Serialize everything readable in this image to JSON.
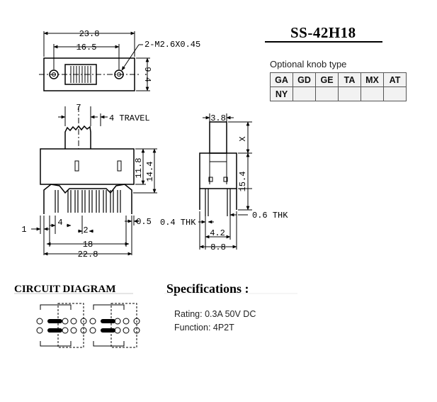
{
  "model": "SS-42H18",
  "knob": {
    "caption": "Optional knob type",
    "types": [
      "GA",
      "GD",
      "GE",
      "TA",
      "MX",
      "AT",
      "NY"
    ]
  },
  "dimensions": {
    "top_width": "23.8",
    "hole_pitch": "16.5",
    "screw_note": "2-M2.6X0.45",
    "top_height": "9.4",
    "knob_width": "7",
    "travel": "4 TRAVEL",
    "body_height": "11.8",
    "total_height": "14.4",
    "pin_spacing_4": "4",
    "pin_spacing_2": "2",
    "edge_1": "1",
    "pin_span": "18",
    "total_length": "22.8",
    "offset_05": "0.5",
    "side_knob_width": "3.8",
    "side_x": "X",
    "side_height": "15.4",
    "thk_04": "0.4 THK",
    "thk_06": "0.6 THK",
    "side_pin_pitch": "4.2",
    "side_width": "8.8"
  },
  "circuit": {
    "heading": "CIRCUIT DIAGRAM"
  },
  "specs": {
    "heading": "Specifications :",
    "rating": "Rating: 0.3A 50V DC",
    "function": "Function: 4P2T"
  }
}
